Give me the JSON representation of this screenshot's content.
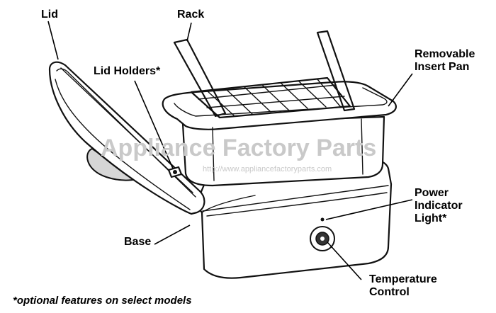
{
  "labels": {
    "lid": "Lid",
    "rack": "Rack",
    "lid_holders": "Lid Holders*",
    "insert_pan_line1": "Removable",
    "insert_pan_line2": "Insert Pan",
    "power_line1": "Power",
    "power_line2": "Indicator",
    "power_line3": "Light*",
    "base": "Base",
    "temp_line1": "Temperature",
    "temp_line2": "Control"
  },
  "footnote": "*optional features on select models",
  "watermark": {
    "main": "Appliance Factory Parts",
    "url": "http://www.appliancefactoryparts.com"
  }
}
